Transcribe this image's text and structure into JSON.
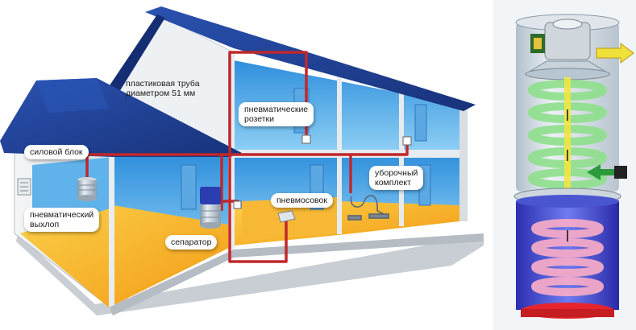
{
  "labels": {
    "pipe": [
      "пластиковая труба",
      "диаметром 51 мм"
    ],
    "power_unit": [
      "силовой блок"
    ],
    "exhaust": [
      "пневматический",
      "выхлоп"
    ],
    "outlets": [
      "пневматические",
      "розетки"
    ],
    "separator": [
      "сепаратор"
    ],
    "dustpan": [
      "пневмосовок"
    ],
    "kit": [
      "уборочный",
      "комплект"
    ]
  },
  "colors": {
    "pipe": "#c0282c",
    "roof": "#1f3f8f",
    "wall_blue": "#3fa3e6",
    "floor_yellow": "#f5b21a",
    "spiral_green": "#9be49a",
    "spiral_pink": "#f3a9c8",
    "base_red": "#e8242b"
  },
  "icons": [
    "power-unit-icon",
    "separator-icon",
    "outlet-icon",
    "dustpan-icon",
    "cleaning-kit-icon",
    "exhaust-vent-icon"
  ]
}
